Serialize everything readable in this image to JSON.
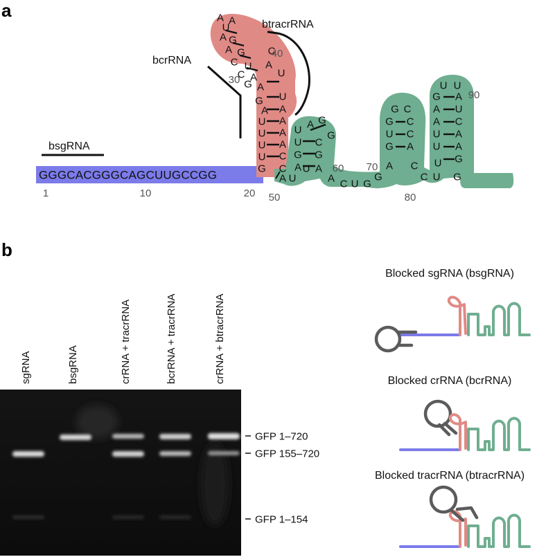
{
  "panel_a": {
    "letter": "a",
    "labels": {
      "bsgRNA": "bsgRNA",
      "bcrRNA": "bcrRNA",
      "btracrRNA": "btracrRNA"
    },
    "spacer": "GGGCACGGGCAGCUUGCCGG",
    "index_numbers": [
      "1",
      "10",
      "20",
      "30",
      "40",
      "50",
      "60",
      "70",
      "80",
      "90"
    ],
    "nucleotides": [
      "A",
      "A",
      "U",
      "A",
      "G",
      "A",
      "G",
      "C",
      "U",
      "C",
      "A",
      "A",
      "G",
      "C",
      "A",
      "U",
      "G",
      "A",
      "U",
      "U",
      "U",
      "U",
      "G",
      "U",
      "A",
      "A",
      "A",
      "A",
      "C",
      "C",
      "U",
      "A",
      "G",
      "G",
      "U",
      "C",
      "G",
      "G",
      "A",
      "A",
      "U",
      "U",
      "A",
      "A",
      "C",
      "U",
      "G",
      "G",
      "A",
      "G",
      "U",
      "G",
      "G",
      "C",
      "C",
      "C",
      "A",
      "C",
      "C",
      "U",
      "U",
      "U",
      "U",
      "A",
      "A",
      "G",
      "U",
      "U",
      "A",
      "U",
      "C",
      "A",
      "A",
      "G",
      "G"
    ],
    "colors": {
      "spacer": "#7b7bea",
      "crrna": "#e08a86",
      "tracrrna": "#6fae90"
    }
  },
  "panel_b": {
    "letter": "b",
    "lanes": [
      "sgRNA",
      "bsgRNA",
      "crRNA + tracrRNA",
      "bcrRNA + tracrRNA",
      "crRNA + btracrRNA"
    ],
    "bands": [
      "GFP 1–720",
      "GFP 155–720",
      "GFP 1–154"
    ],
    "schematics": [
      "Blocked sgRNA (bsgRNA)",
      "Blocked crRNA (bcrRNA)",
      "Blocked tracrRNA (btracrRNA)"
    ]
  }
}
